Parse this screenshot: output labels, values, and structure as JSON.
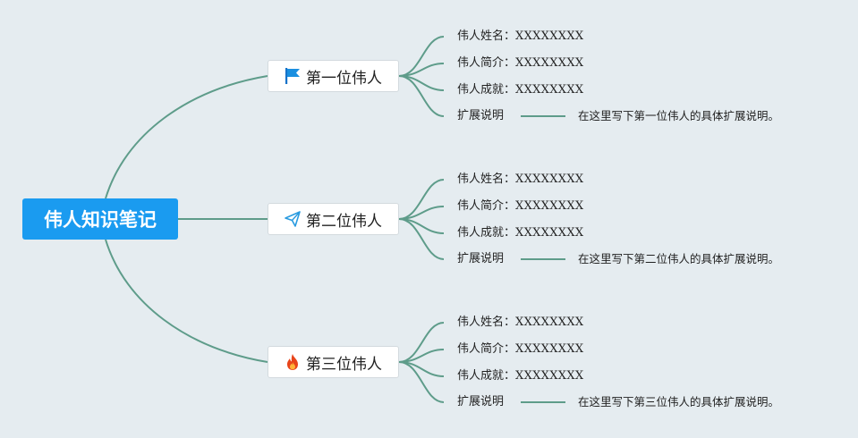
{
  "root": {
    "label": "伟人知识笔记"
  },
  "branches": [
    {
      "label": "第一位伟人",
      "icon": "flag-icon",
      "items": [
        {
          "label": "伟人姓名：",
          "value": "XXXXXXXX"
        },
        {
          "label": "伟人简介：",
          "value": "XXXXXXXX"
        },
        {
          "label": "伟人成就：",
          "value": "XXXXXXXX"
        }
      ],
      "extension": {
        "label": "扩展说明",
        "note": "在这里写下第一位伟人的具体扩展说明。"
      }
    },
    {
      "label": "第二位伟人",
      "icon": "paper-plane-icon",
      "items": [
        {
          "label": "伟人姓名：",
          "value": "XXXXXXXX"
        },
        {
          "label": "伟人简介：",
          "value": "XXXXXXXX"
        },
        {
          "label": "伟人成就：",
          "value": "XXXXXXXX"
        }
      ],
      "extension": {
        "label": "扩展说明",
        "note": "在这里写下第二位伟人的具体扩展说明。"
      }
    },
    {
      "label": "第三位伟人",
      "icon": "fire-icon",
      "items": [
        {
          "label": "伟人姓名：",
          "value": "XXXXXXXX"
        },
        {
          "label": "伟人简介：",
          "value": "XXXXXXXX"
        },
        {
          "label": "伟人成就：",
          "value": "XXXXXXXX"
        }
      ],
      "extension": {
        "label": "扩展说明",
        "note": "在这里写下第三位伟人的具体扩展说明。"
      }
    }
  ],
  "colors": {
    "background": "#e5ecf0",
    "root": "#1a9bf0",
    "line": "#5e9c8a"
  }
}
